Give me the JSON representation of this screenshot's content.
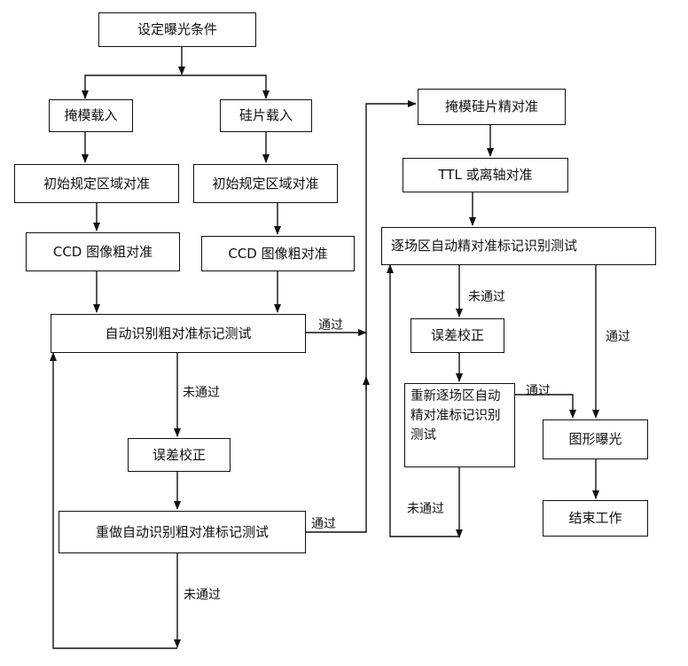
{
  "nodes": {
    "set_exposure": "设定曝光条件",
    "mask_load": "掩模载入",
    "wafer_load": "硅片载入",
    "mask_init_align": "初始规定区域对准",
    "wafer_init_align": "初始规定区域对准",
    "mask_ccd_coarse": "CCD 图像粗对准",
    "wafer_ccd_coarse": "CCD 图像粗对准",
    "auto_coarse_test": "自动识别粗对准标记测试",
    "error_correct_1": "误差校正",
    "redo_coarse_test": "重做自动识别粗对准标记测试",
    "mask_wafer_fine": "掩模硅片精对准",
    "ttl_offaxis": "TTL 或离轴对准",
    "field_fine_test": "逐场区自动精对准标记识别测试",
    "error_correct_2": "误差校正",
    "redo_field_test": "重新逐场区自动精对准标记识别测试",
    "pattern_exposure": "图形曝光",
    "end_work": "结束工作"
  },
  "labels": {
    "pass_1": "通过",
    "fail_1": "未通过",
    "pass_2": "通过",
    "fail_2": "未通过",
    "fail_3": "未通过",
    "pass_3": "通过",
    "pass_4": "通过",
    "fail_4": "未通过"
  }
}
